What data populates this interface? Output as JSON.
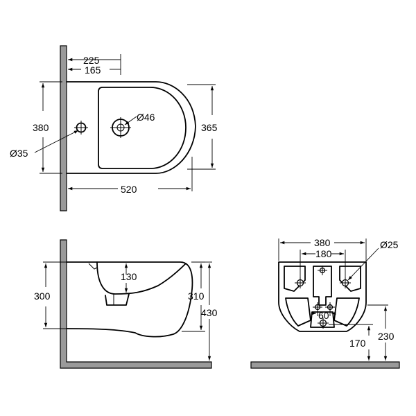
{
  "top_view": {
    "dims": {
      "d225": "225",
      "d165": "165",
      "d380": "380",
      "d365": "365",
      "d520": "520",
      "tap_hole": "Ø46",
      "fix_hole": "Ø35"
    }
  },
  "side_view": {
    "dims": {
      "d300": "300",
      "d130": "130",
      "d310": "310",
      "d430": "430"
    }
  },
  "rear_view": {
    "dims": {
      "d380": "380",
      "d180": "180",
      "d25": "Ø25",
      "d60": "60",
      "d170": "170",
      "d230": "230"
    }
  }
}
